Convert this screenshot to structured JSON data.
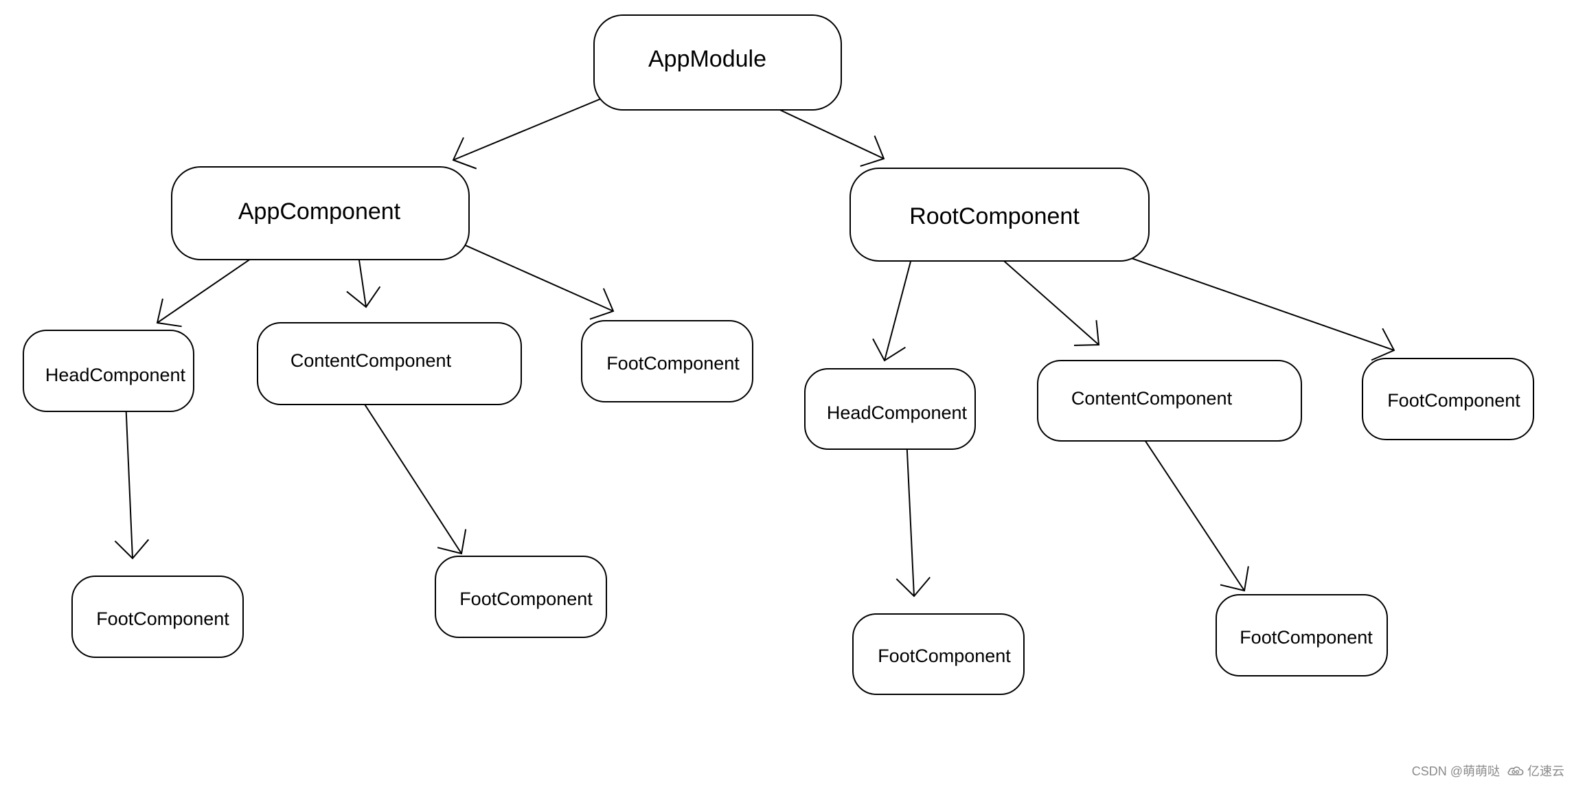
{
  "diagram": {
    "nodes": [
      {
        "id": "app-module",
        "label": "AppModule",
        "level": 0
      },
      {
        "id": "app-component",
        "label": "AppComponent",
        "level": 1
      },
      {
        "id": "root-component",
        "label": "RootComponent",
        "level": 1
      },
      {
        "id": "app-head",
        "label": "HeadComponent",
        "level": 2
      },
      {
        "id": "app-content",
        "label": "ContentComponent",
        "level": 2
      },
      {
        "id": "app-foot",
        "label": "FootComponent",
        "level": 2
      },
      {
        "id": "app-head-foot",
        "label": "FootComponent",
        "level": 3
      },
      {
        "id": "app-content-foot",
        "label": "FootComponent",
        "level": 3
      },
      {
        "id": "root-head",
        "label": "HeadComponent",
        "level": 2
      },
      {
        "id": "root-content",
        "label": "ContentComponent",
        "level": 2
      },
      {
        "id": "root-foot",
        "label": "FootComponent",
        "level": 2
      },
      {
        "id": "root-head-foot",
        "label": "FootComponent",
        "level": 3
      },
      {
        "id": "root-content-foot",
        "label": "FootComponent",
        "level": 3
      }
    ],
    "edges": [
      {
        "from": "app-module",
        "to": "app-component"
      },
      {
        "from": "app-module",
        "to": "root-component"
      },
      {
        "from": "app-component",
        "to": "app-head"
      },
      {
        "from": "app-component",
        "to": "app-content"
      },
      {
        "from": "app-component",
        "to": "app-foot"
      },
      {
        "from": "app-head",
        "to": "app-head-foot"
      },
      {
        "from": "app-content",
        "to": "app-content-foot"
      },
      {
        "from": "root-component",
        "to": "root-head"
      },
      {
        "from": "root-component",
        "to": "root-content"
      },
      {
        "from": "root-component",
        "to": "root-foot"
      },
      {
        "from": "root-head",
        "to": "root-head-foot"
      },
      {
        "from": "root-content",
        "to": "root-content-foot"
      }
    ]
  },
  "watermark": {
    "csdn_text": "CSDN @萌萌哒",
    "brand_text": "亿速云",
    "brand_icon": "cloud-icon"
  }
}
